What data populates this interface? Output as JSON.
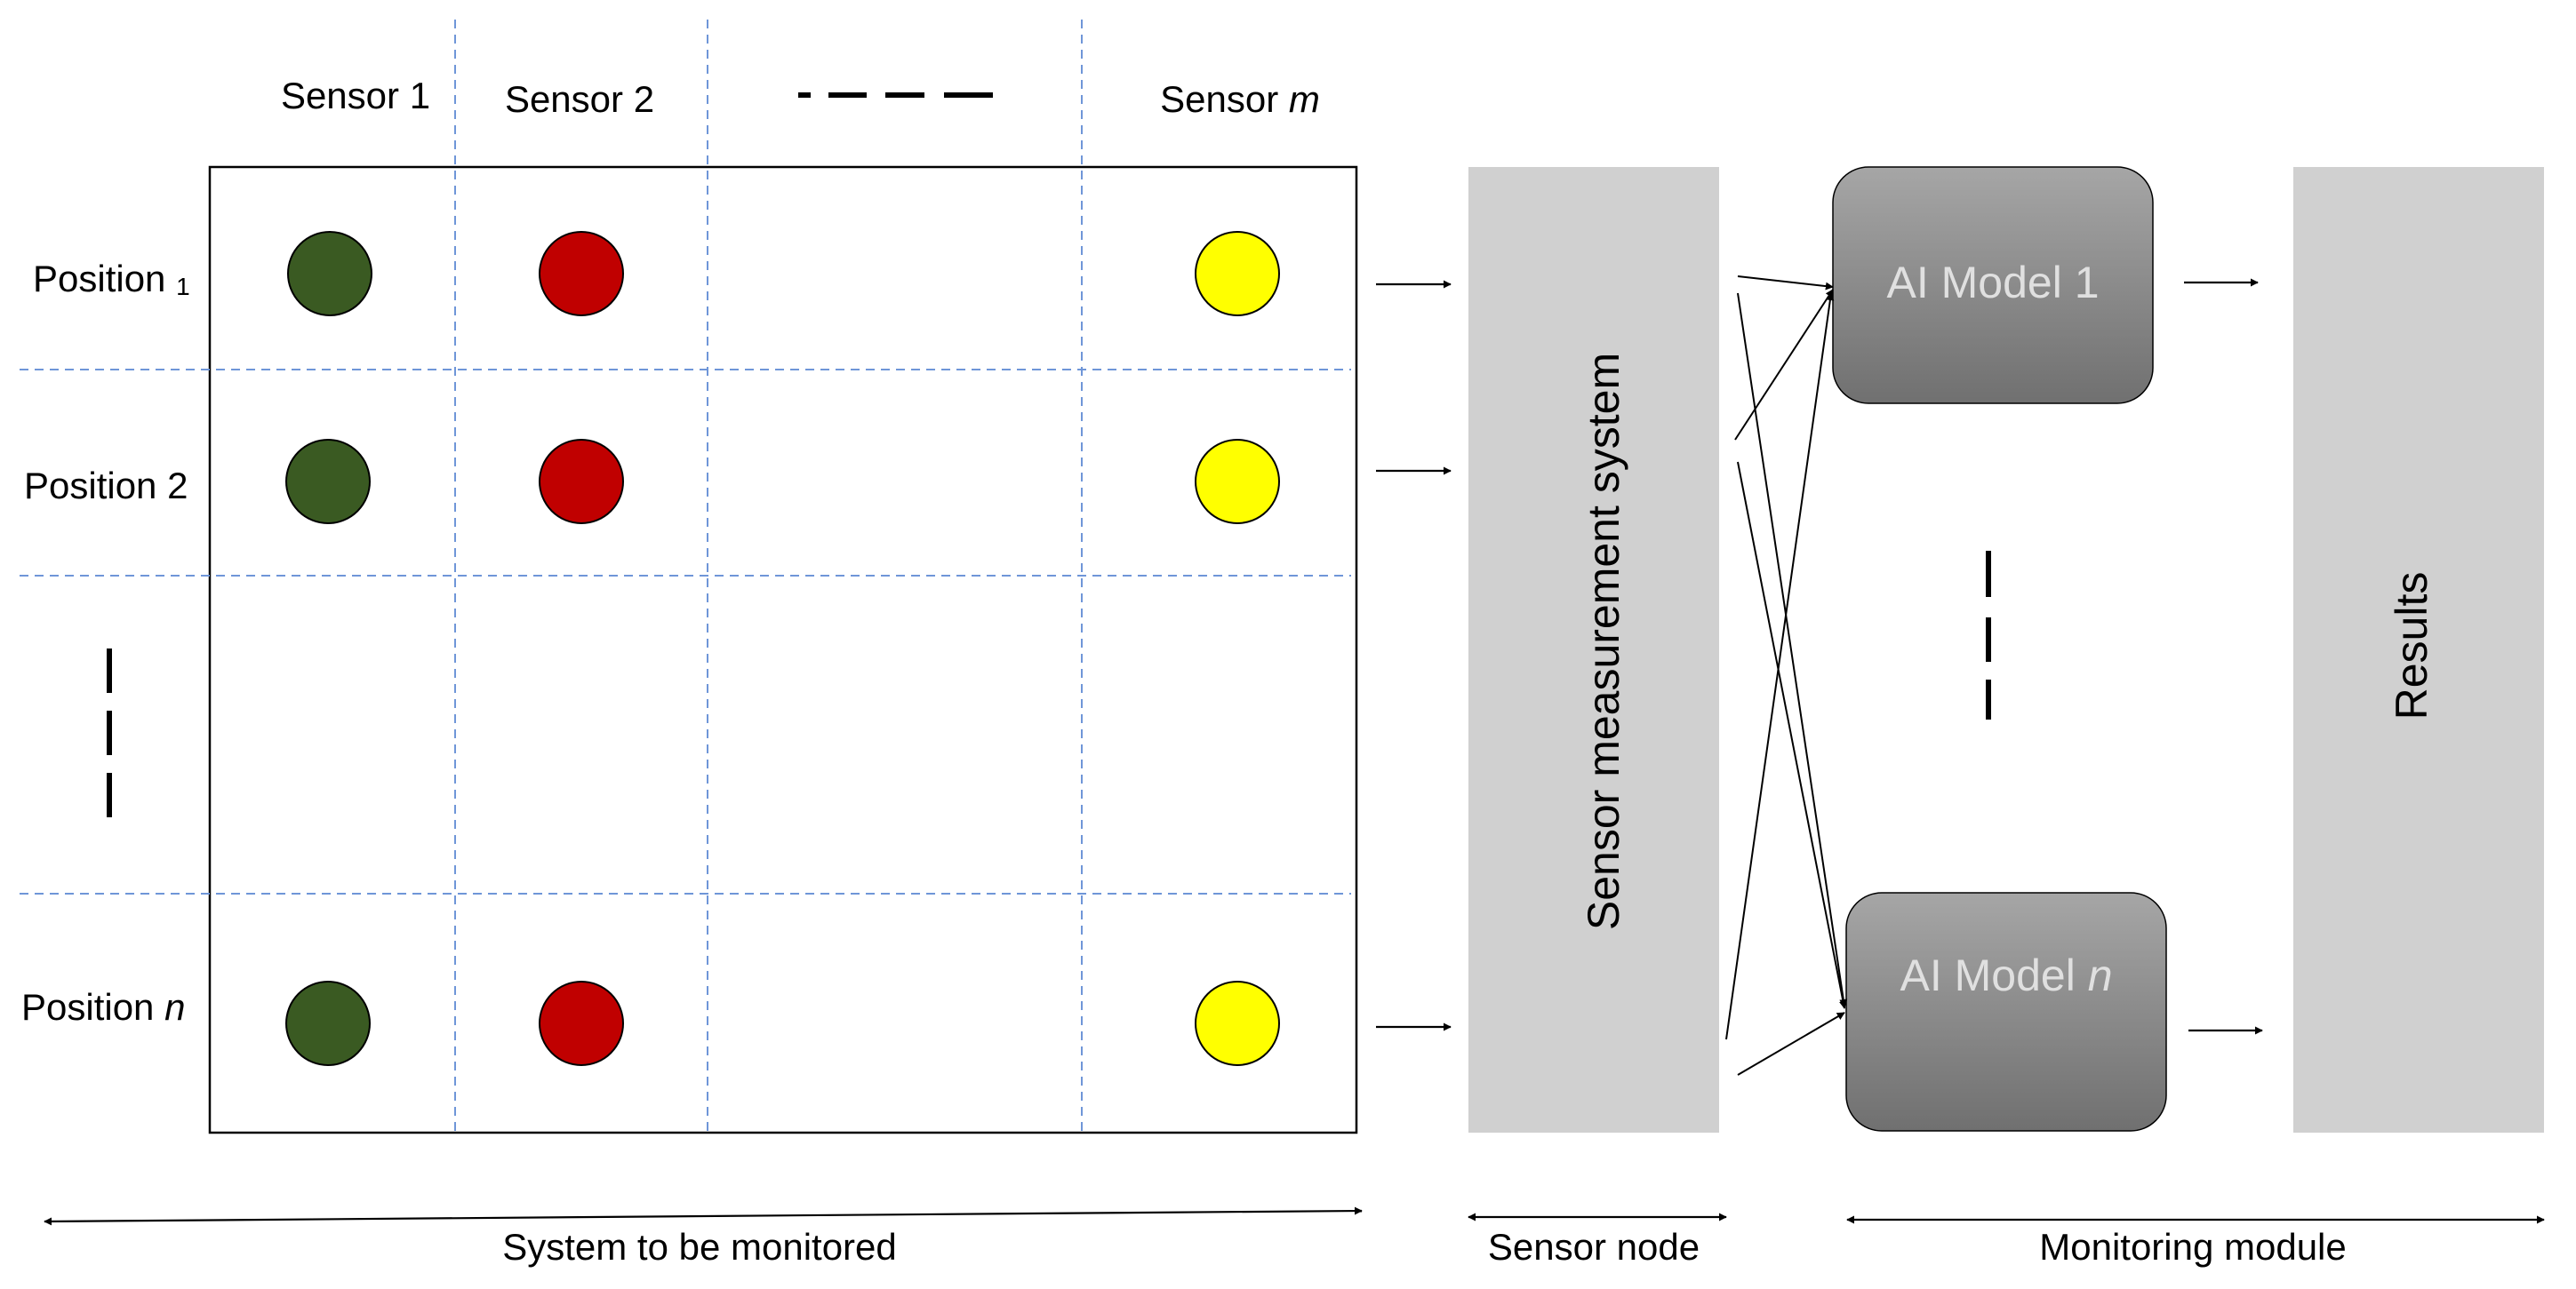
{
  "sensors": [
    {
      "prefix": "Sensor ",
      "suffix": "1",
      "italic": false
    },
    {
      "prefix": "Sensor ",
      "suffix": "2",
      "italic": false
    },
    {
      "prefix": "Sensor ",
      "suffix": "m",
      "italic": true
    }
  ],
  "positions": [
    {
      "prefix": "Position ",
      "suffix": "1",
      "style": "subscript"
    },
    {
      "prefix": "Position ",
      "suffix": "2",
      "style": "normal"
    },
    {
      "prefix": "Position ",
      "suffix": "n",
      "style": "italic"
    }
  ],
  "colors": {
    "sensor1": "#3a5a22",
    "sensor2": "#c00000",
    "sensorm": "#ffff00",
    "grid_dash": "#6f96d8",
    "box_fill": "#d0d0d0",
    "model_top": "#a6a6a6",
    "model_bottom": "#707070",
    "model_text": "#e0e0e0"
  },
  "blocks": {
    "sensor_system": "Sensor measurement system",
    "results": "Results"
  },
  "models": [
    {
      "prefix": "AI Model ",
      "suffix": "1",
      "italic": false
    },
    {
      "prefix": "AI Model ",
      "suffix": "n",
      "italic": true
    }
  ],
  "bottom_labels": {
    "system": "System to be monitored",
    "sensor_node": "Sensor node",
    "monitoring": "Monitoring module"
  }
}
